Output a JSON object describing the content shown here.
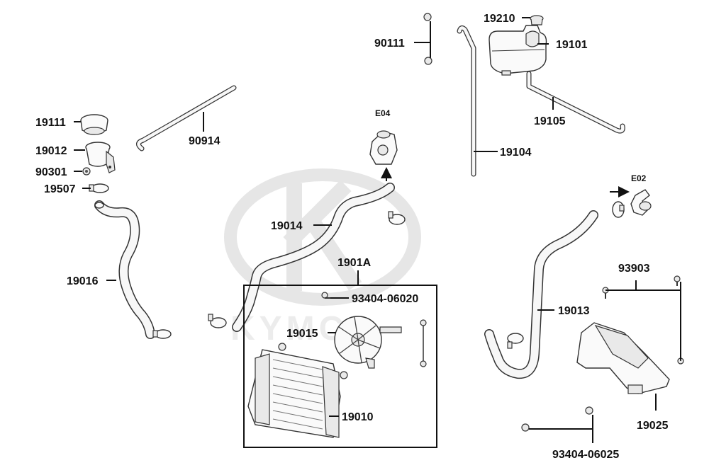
{
  "watermark": {
    "brand": "KYMCO"
  },
  "labels": {
    "p19111": "19111",
    "p19012": "19012",
    "p90301": "90301",
    "p19507": "19507",
    "p19016": "19016",
    "p90914": "90914",
    "p19014": "19014",
    "pE04": "E04",
    "p90111": "90111",
    "p19210": "19210",
    "p19101": "19101",
    "p19105": "19105",
    "p19104": "19104",
    "pE02": "E02",
    "p19013": "19013",
    "p93903": "93903",
    "p1901A": "1901A",
    "p93404_06020": "93404-06020",
    "p19015": "19015",
    "p19010": "19010",
    "p19025": "19025",
    "p93404_06025": "93404-06025"
  }
}
